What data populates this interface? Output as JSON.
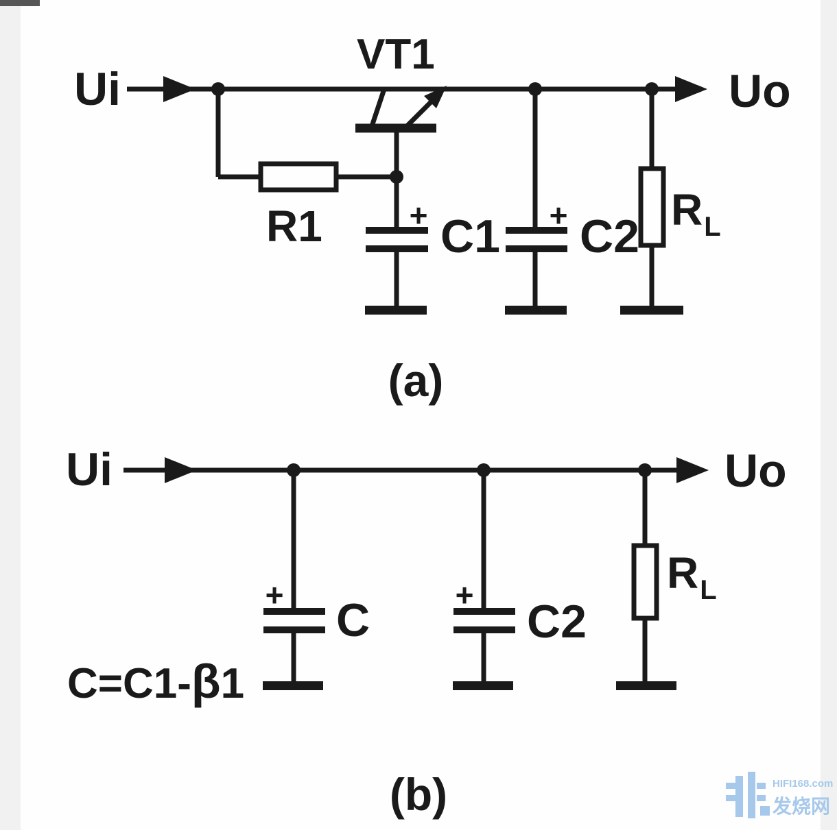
{
  "colors": {
    "ink": "#1a1a1a",
    "watermark": "#a6c8ea",
    "background": "#fefefe"
  },
  "circuit_a": {
    "caption": "(a)",
    "input_label": "Ui",
    "output_label": "Uo",
    "transistor_label": "VT1",
    "resistor_label": "R1",
    "cap1_label": "C1",
    "cap1_polarity": "+",
    "cap2_label": "C2",
    "cap2_polarity": "+",
    "load_label": "R",
    "load_subscript": "L"
  },
  "circuit_b": {
    "caption": "(b)",
    "input_label": "Ui",
    "output_label": "Uo",
    "cap_label": "C",
    "cap_polarity": "+",
    "cap2_label": "C2",
    "cap2_polarity": "+",
    "load_label": "R",
    "load_subscript": "L",
    "formula_pre": "C=C1-",
    "formula_beta": "β",
    "formula_post": "1"
  },
  "watermark": {
    "site": "HIFI168.com",
    "name": "发烧网"
  }
}
